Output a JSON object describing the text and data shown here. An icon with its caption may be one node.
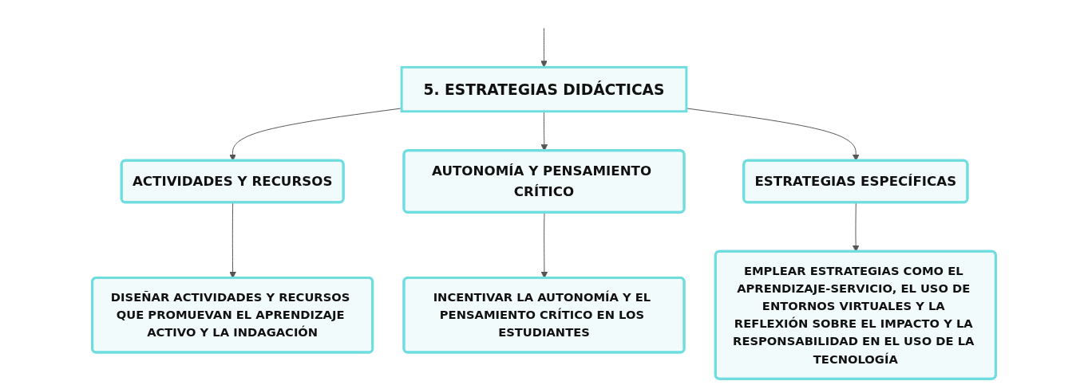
{
  "diagram": {
    "nodes": [
      {
        "text": [
          "5. ESTRATEGIAS DIDÁCTICAS"
        ]
      },
      {
        "text": [
          "ACTIVIDADES Y RECURSOS"
        ]
      },
      {
        "text": [
          "AUTONOMÍA Y PENSAMIENTO CRÍTICO"
        ]
      },
      {
        "text": [
          "ESTRATEGIAS ESPECÍFICAS"
        ]
      },
      {
        "text": [
          "DISEÑAR ACTIVIDADES Y RECURSOS QUE PROMUEVAN EL APRENDIZAJE ACTIVO Y LA INDAGACIÓN"
        ]
      },
      {
        "text": [
          "INCENTIVAR LA AUTONOMÍA Y EL PENSAMIENTO CRÍTICO EN LOS ESTUDIANTES"
        ]
      },
      {
        "text": [
          "EMPLEAR ESTRATEGIAS COMO EL APRENDIZAJE-SERVICIO, EL USO DE ENTORNOS VIRTUALES Y LA REFLEXIÓN SOBRE EL IMPACTO Y LA RESPONSABILIDAD EN EL USO DE LA TECNOLOGÍA"
        ]
      }
    ],
    "edges": [
      {
        "from": null,
        "to": 0,
        "arrow": "to"
      },
      {
        "from": 0,
        "to": 1,
        "arrow": "to"
      },
      {
        "from": 0,
        "to": 2,
        "arrow": "to"
      },
      {
        "from": 0,
        "to": 3,
        "arrow": "to"
      },
      {
        "from": 1,
        "to": 4,
        "arrow": "to"
      },
      {
        "from": 2,
        "to": 5,
        "arrow": "to"
      },
      {
        "from": 3,
        "to": 6,
        "arrow": "to"
      }
    ]
  }
}
